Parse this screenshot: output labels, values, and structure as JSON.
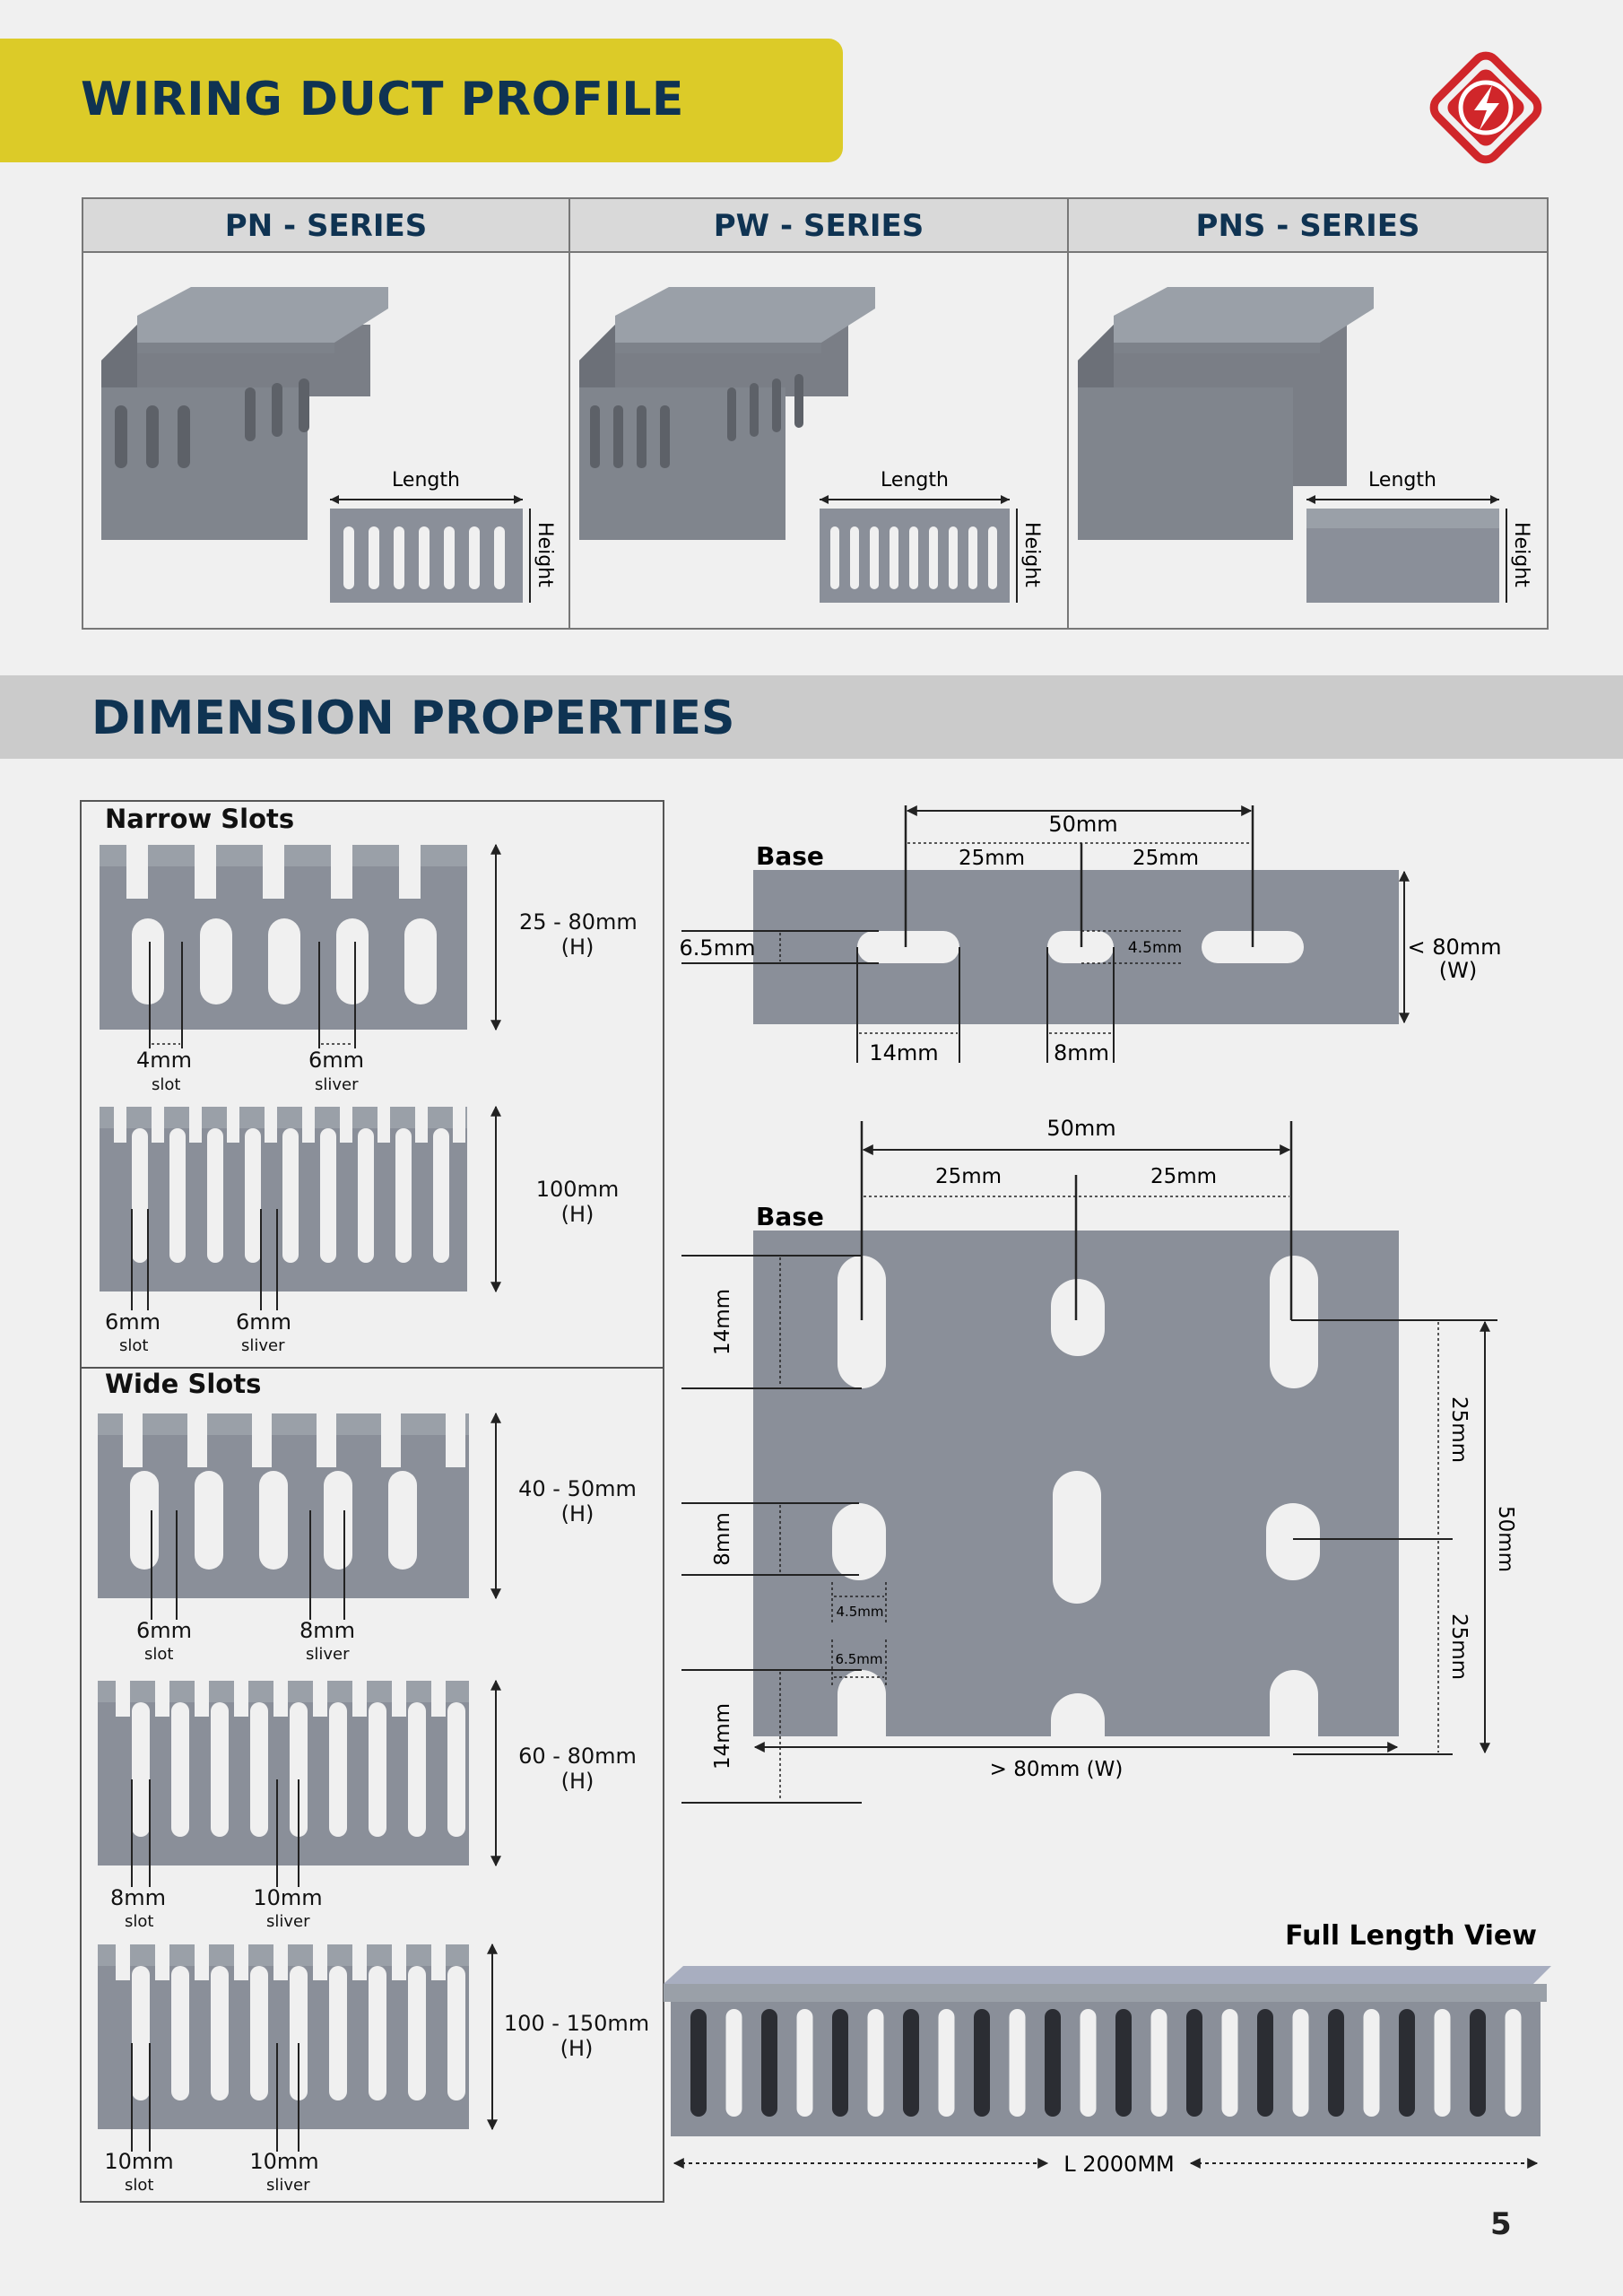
{
  "header": {
    "title": "WIRING DUCT PROFILE"
  },
  "series": [
    {
      "name": "PN - SERIES",
      "length_label": "Length",
      "height_label": "Height"
    },
    {
      "name": "PW - SERIES",
      "length_label": "Length",
      "height_label": "Height"
    },
    {
      "name": "PNS - SERIES",
      "length_label": "Length",
      "height_label": "Height"
    }
  ],
  "section": {
    "title": "DIMENSION PROPERTIES"
  },
  "narrow": {
    "title": "Narrow Slots",
    "a": {
      "height": "25 - 80mm",
      "h": "(H)",
      "slot": "4mm",
      "slot_word": "slot",
      "sliver": "6mm",
      "sliver_word": "sliver"
    },
    "b": {
      "height": "100mm",
      "h": "(H)",
      "slot": "6mm",
      "slot_word": "slot",
      "sliver": "6mm",
      "sliver_word": "sliver"
    }
  },
  "wide": {
    "title": "Wide Slots",
    "a": {
      "height": "40 - 50mm",
      "h": "(H)",
      "slot": "6mm",
      "slot_word": "slot",
      "sliver": "8mm",
      "sliver_word": "sliver"
    },
    "b": {
      "height": "60 - 80mm",
      "h": "(H)",
      "slot": "8mm",
      "slot_word": "slot",
      "sliver": "10mm",
      "sliver_word": "sliver"
    },
    "c": {
      "height": "100 - 150mm",
      "h": "(H)",
      "slot": "10mm",
      "slot_word": "slot",
      "sliver": "10mm",
      "sliver_word": "sliver"
    }
  },
  "base1": {
    "title": "Base",
    "d50": "50mm",
    "d25a": "25mm",
    "d25b": "25mm",
    "d65": "6.5mm",
    "d45": "4.5mm",
    "d14": "14mm",
    "d8": "8mm",
    "width": "< 80mm",
    "w": "(W)"
  },
  "base2": {
    "title": "Base",
    "d50": "50mm",
    "d25a": "25mm",
    "d25b": "25mm",
    "d14a": "14mm",
    "d8": "8mm",
    "d45": "4.5mm",
    "d65": "6.5mm",
    "d14b": "14mm",
    "r25a": "25mm",
    "r25b": "25mm",
    "r50": "50mm",
    "width": "> 80mm (W)"
  },
  "full": {
    "title": "Full Length View",
    "length": "L 2000MM"
  },
  "page": {
    "number": "5"
  },
  "colors": {
    "accent": "#dccb28",
    "navy": "#0f3352",
    "duct": "#8a8f99",
    "logo": "#d0262a"
  }
}
